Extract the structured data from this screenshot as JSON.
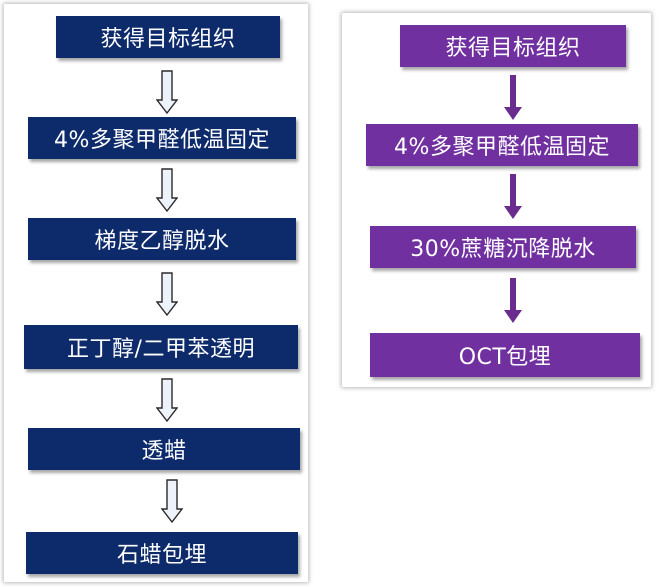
{
  "colors": {
    "navy_box": "#0d2a6b",
    "purple_box": "#7030a0",
    "hollow_arrow_fill": "#eef2fa",
    "hollow_arrow_stroke": "#2b2b2b",
    "solid_arrow": "#6a2c8f"
  },
  "left_flow": {
    "steps": [
      "获得目标组织",
      "4%多聚甲醛低温固定",
      "梯度乙醇脱水",
      "正丁醇/二甲苯透明",
      "透蜡",
      "石蜡包埋"
    ],
    "arrow_style": "hollow"
  },
  "right_flow": {
    "steps": [
      "获得目标组织",
      "4%多聚甲醛低温固定",
      "30%蔗糖沉降脱水",
      "OCT包埋"
    ],
    "arrow_style": "solid"
  }
}
